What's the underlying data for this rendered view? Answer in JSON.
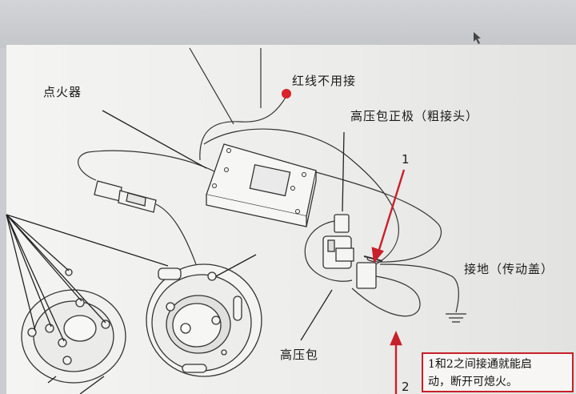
{
  "labels": {
    "igniter": "点火器",
    "red_wire": "红线不用接",
    "hv_coil_positive": "高压包正极（粗接头）",
    "ground": "接地（传动盖）",
    "hv_coil": "高压包",
    "marker_1": "1",
    "marker_2": "2"
  },
  "note": {
    "line1": "1和2之间接通就能启",
    "line2": "动，断开可熄火。"
  },
  "colors": {
    "annotation_red": "#c8202a",
    "line": "#2a2a2a"
  }
}
